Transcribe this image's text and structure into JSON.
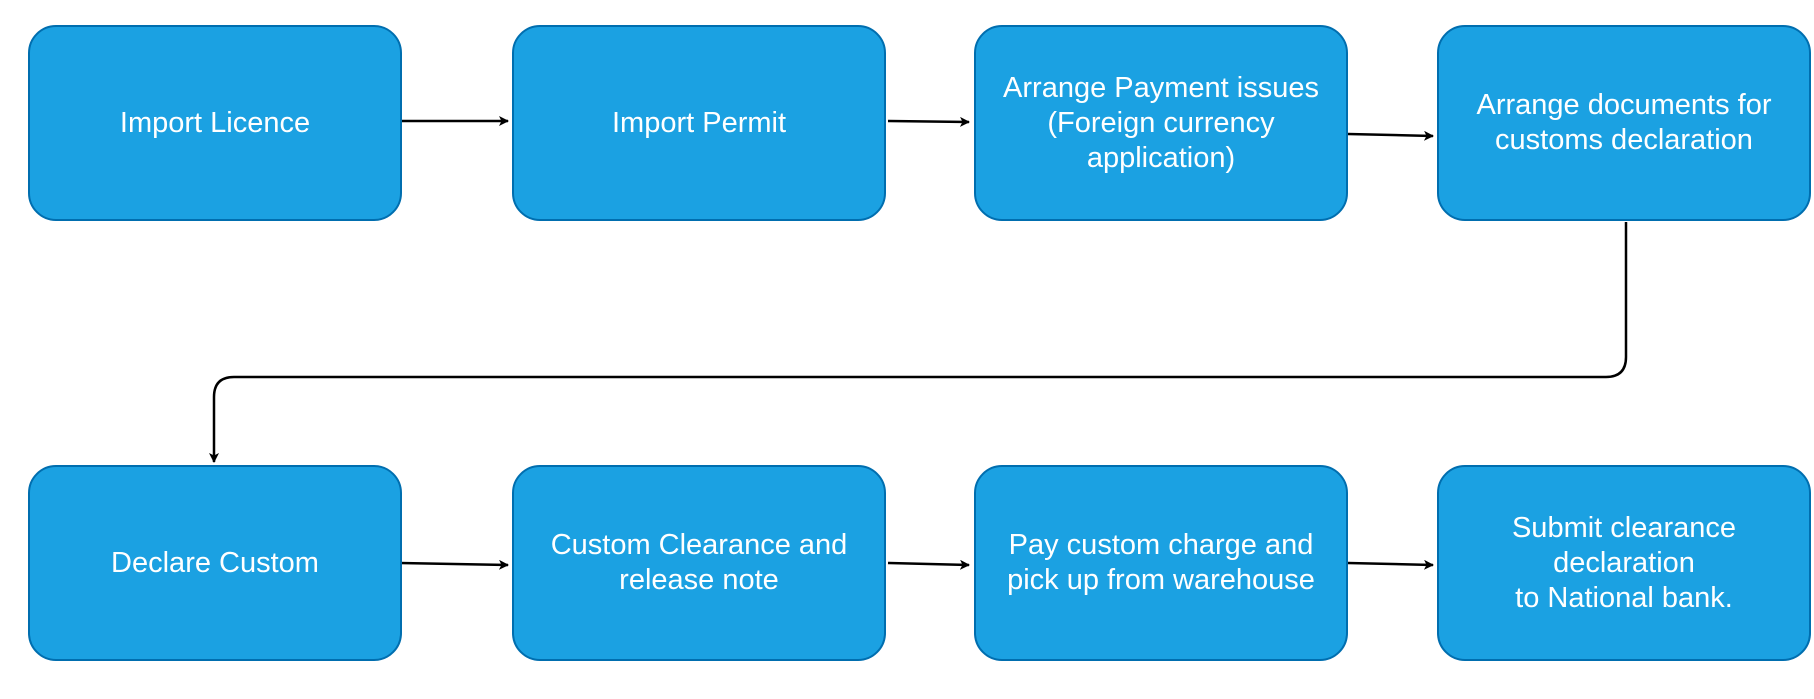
{
  "diagram": {
    "box_fill": "#1ba1e2",
    "box_stroke": "#006eaf",
    "text_color": "#ffffff",
    "arrow_color": "#000000",
    "steps": [
      {
        "label": "Import Licence"
      },
      {
        "label": "Import Permit"
      },
      {
        "label": "Arrange Payment issues\n(Foreign currency\napplication)"
      },
      {
        "label": "Arrange documents for\ncustoms declaration"
      },
      {
        "label": "Declare Custom"
      },
      {
        "label": "Custom Clearance and\nrelease note"
      },
      {
        "label": "Pay custom charge and\npick up from warehouse"
      },
      {
        "label": "Submit clearance\ndeclaration\nto National bank."
      }
    ],
    "connections": [
      {
        "from": 0,
        "to": 1
      },
      {
        "from": 1,
        "to": 2
      },
      {
        "from": 2,
        "to": 3
      },
      {
        "from": 3,
        "to": 4
      },
      {
        "from": 4,
        "to": 5
      },
      {
        "from": 5,
        "to": 6
      },
      {
        "from": 6,
        "to": 7
      }
    ]
  }
}
